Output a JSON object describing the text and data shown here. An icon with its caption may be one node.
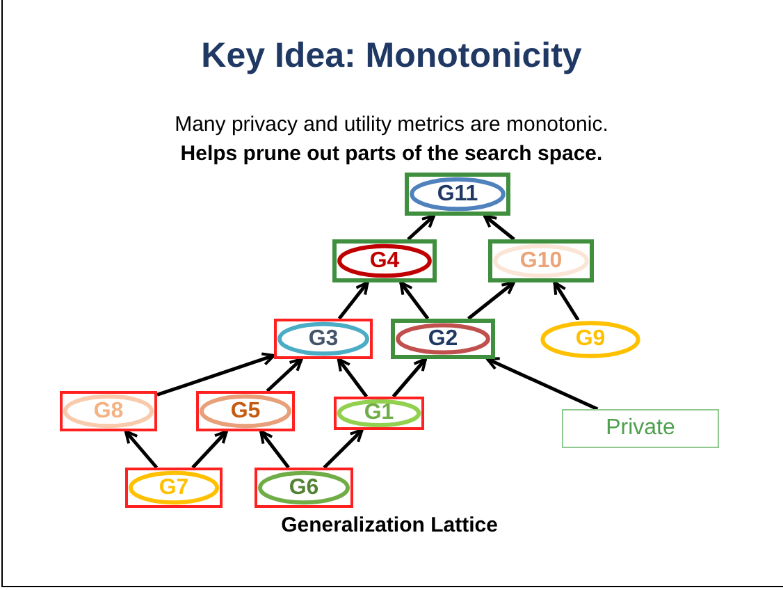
{
  "diagram": {
    "title": "Key Idea: Monotonicity",
    "nodes": [
      {
        "text": [
          "G11"
        ]
      },
      {
        "text": [
          "G4"
        ]
      },
      {
        "text": [
          "G10"
        ]
      },
      {
        "text": [
          "G3"
        ]
      },
      {
        "text": [
          "G2"
        ]
      },
      {
        "text": [
          "G9"
        ]
      },
      {
        "text": [
          "G8"
        ]
      },
      {
        "text": [
          "G5"
        ]
      },
      {
        "text": [
          "G1"
        ]
      },
      {
        "text": [
          "Private"
        ]
      },
      {
        "text": [
          "G7"
        ]
      },
      {
        "text": [
          "G6"
        ]
      }
    ],
    "edges": [
      {
        "from": 1,
        "to": 0,
        "arrow": "to"
      },
      {
        "from": 2,
        "to": 0,
        "arrow": "to"
      },
      {
        "from": 3,
        "to": 1,
        "arrow": "to"
      },
      {
        "from": 4,
        "to": 1,
        "arrow": "to"
      },
      {
        "from": 4,
        "to": 2,
        "arrow": "to"
      },
      {
        "from": 5,
        "to": 2,
        "arrow": "to"
      },
      {
        "from": 6,
        "to": 3,
        "arrow": "to"
      },
      {
        "from": 7,
        "to": 3,
        "arrow": "to"
      },
      {
        "from": 8,
        "to": 3,
        "arrow": "to"
      },
      {
        "from": 8,
        "to": 4,
        "arrow": "to"
      },
      {
        "from": 9,
        "to": 4,
        "arrow": "to"
      },
      {
        "from": 10,
        "to": 6,
        "arrow": "to"
      },
      {
        "from": 10,
        "to": 7,
        "arrow": "to"
      },
      {
        "from": 11,
        "to": 7,
        "arrow": "to"
      },
      {
        "from": 11,
        "to": 8,
        "arrow": "to"
      }
    ],
    "labels": [
      "Many privacy and utility metrics are monotonic.",
      "Helps prune out parts of the search space."
    ],
    "caption": "Generalization Lattice"
  }
}
